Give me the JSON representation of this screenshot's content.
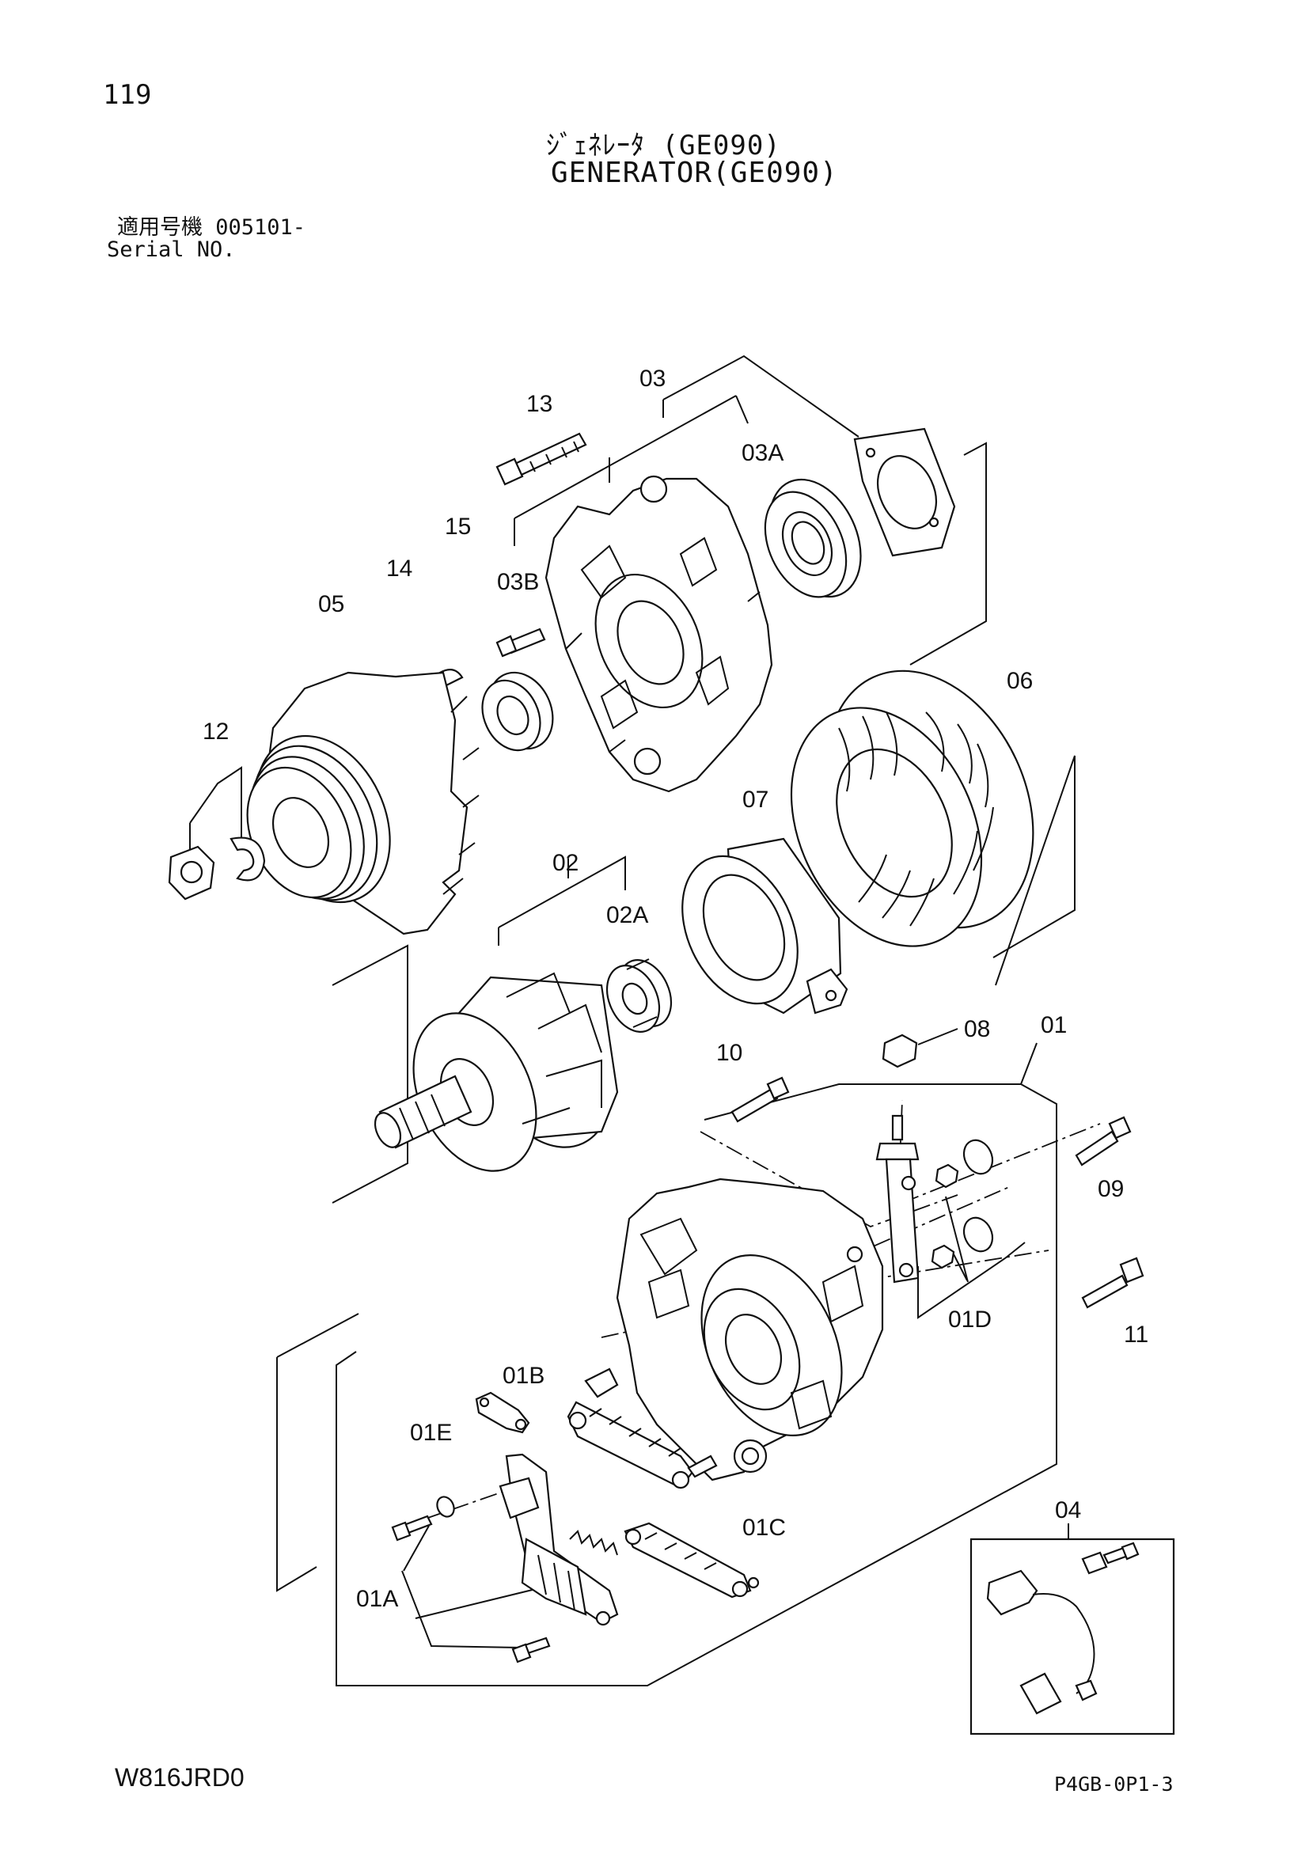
{
  "page": {
    "number": "119",
    "title_jp": "ｼﾞｪﾈﾚｰﾀ (GE090)",
    "title_en": "GENERATOR(GE090)",
    "serial_jp": "適用号機 005101-",
    "serial_en": "Serial NO.",
    "figure_code": "W816JRD0",
    "catalog_code": "P4GB-0P1-3"
  },
  "callouts": {
    "c01": "01",
    "c01A": "01A",
    "c01B": "01B",
    "c01C": "01C",
    "c01D": "01D",
    "c01E": "01E",
    "c02": "02",
    "c02A": "02A",
    "c03": "03",
    "c03A": "03A",
    "c03B": "03B",
    "c04": "04",
    "c05": "05",
    "c06": "06",
    "c07": "07",
    "c08": "08",
    "c09": "09",
    "c10": "10",
    "c11": "11",
    "c12": "12",
    "c13": "13",
    "c14": "14",
    "c15": "15"
  }
}
